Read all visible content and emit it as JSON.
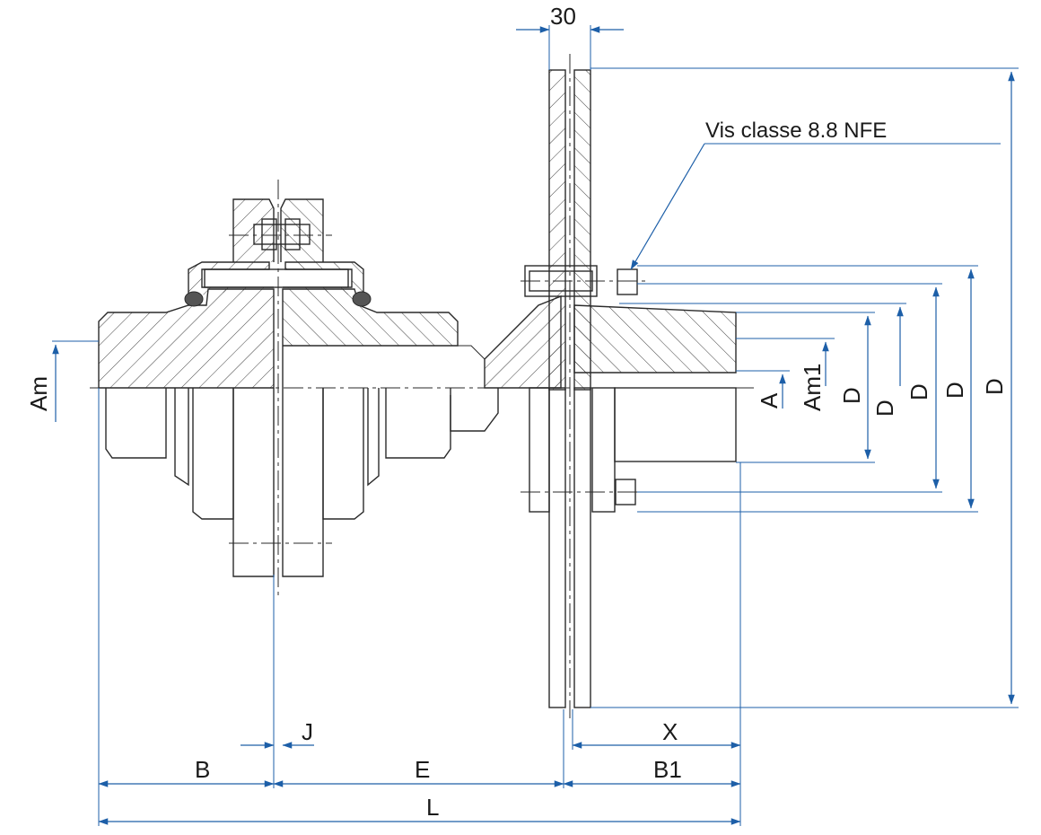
{
  "note": "Vis classe 8.8 NFE",
  "dimensions": {
    "top_thickness": "30",
    "left_am": "Am",
    "a": "A",
    "am1": "Am1",
    "d1": "D",
    "d2": "D",
    "d3": "D",
    "d4": "D",
    "d5": "D",
    "j": "J",
    "x": "X",
    "b": "B",
    "e": "E",
    "b1": "B1",
    "l": "L"
  },
  "colors": {
    "dimension_line": "#1d5fa8",
    "outline": "#2a2a2a"
  }
}
